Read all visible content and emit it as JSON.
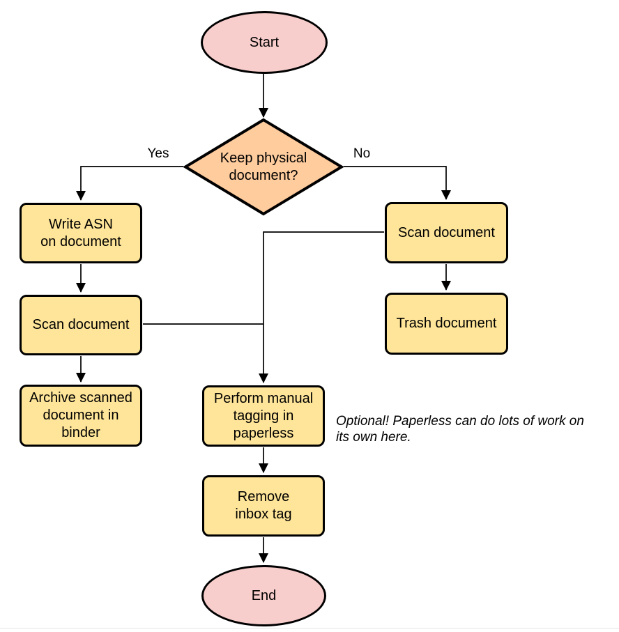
{
  "diagram": {
    "type": "flowchart",
    "colors": {
      "terminator_fill": "#F8CECC",
      "decision_fill": "#FFCC9E",
      "process_fill": "#FFE599",
      "stroke": "#000000"
    },
    "nodes": {
      "start": {
        "label": "Start",
        "shape": "ellipse"
      },
      "decision": {
        "label": "Keep physical\ndocument?",
        "shape": "diamond"
      },
      "write_asn": {
        "label": "Write ASN\non document",
        "shape": "rect"
      },
      "scan_left": {
        "label": "Scan document",
        "shape": "rect"
      },
      "archive": {
        "label": "Archive scanned\ndocument in\nbinder",
        "shape": "rect"
      },
      "scan_right": {
        "label": "Scan document",
        "shape": "rect"
      },
      "trash": {
        "label": "Trash document",
        "shape": "rect"
      },
      "tagging": {
        "label": "Perform manual\ntagging in\npaperless",
        "shape": "rect"
      },
      "remove_inbox": {
        "label": "Remove\ninbox tag",
        "shape": "rect"
      },
      "end": {
        "label": "End",
        "shape": "ellipse"
      }
    },
    "edge_labels": {
      "yes": "Yes",
      "no": "No"
    },
    "note": {
      "text": "Optional! Paperless can do lots of work on\nits own here."
    }
  }
}
